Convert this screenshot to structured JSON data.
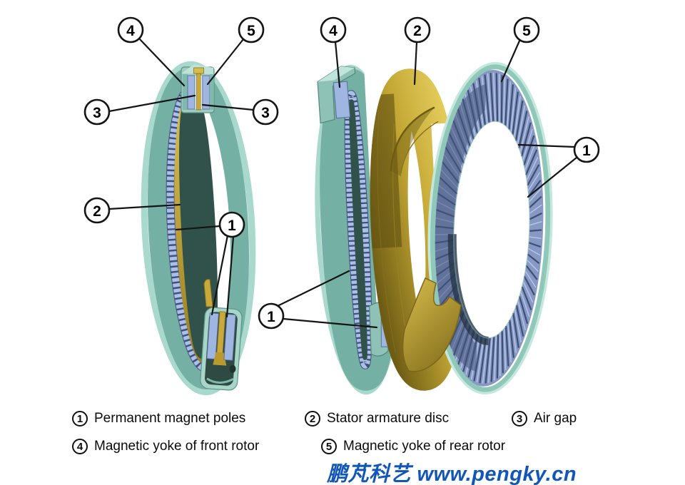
{
  "figure": {
    "background": "#ffffff",
    "callouts": {
      "assembled": {
        "m4": "4",
        "m5": "5",
        "m3a": "3",
        "m3b": "3",
        "m2": "2",
        "m1": "1"
      },
      "exploded": {
        "m4": "4",
        "m2": "2",
        "m5": "5",
        "m1_front": "1",
        "m1_rear": "1"
      }
    },
    "legend": {
      "items": [
        {
          "num": "1",
          "text": "Permanent magnet poles"
        },
        {
          "num": "2",
          "text": "Stator armature disc"
        },
        {
          "num": "3",
          "text": "Air gap"
        },
        {
          "num": "4",
          "text": "Magnetic yoke of front rotor"
        },
        {
          "num": "5",
          "text": "Magnetic yoke of rear rotor"
        }
      ]
    },
    "branding": {
      "text": "鹏芃科艺 www.pengky.cn",
      "color": "#1257b8"
    },
    "colors": {
      "yoke_teal": "#74b0a4",
      "yoke_rim_light": "#a9d8cc",
      "yoke_dark": "#31524a",
      "magnet_blue": "#9fb6e0",
      "magnet_blue_dark": "#44507a",
      "stator_gold": "#c9a93c",
      "stator_gold_light": "#e2ca58",
      "stator_gold_dark": "#6e5c14",
      "callout_line": "#141414"
    }
  }
}
